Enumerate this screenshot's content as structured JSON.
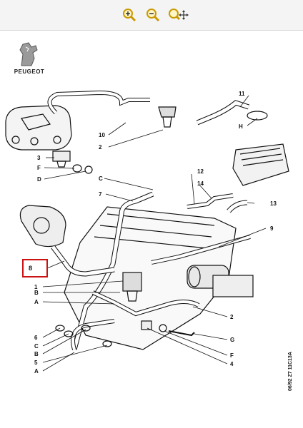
{
  "toolbar": {
    "zoom_in_icon": "zoom-in-icon",
    "zoom_out_icon": "zoom-out-icon",
    "pan_icon": "pan-icon"
  },
  "brand": {
    "name": "PEUGEOT"
  },
  "callouts": {
    "n11": "11",
    "H": "H",
    "n10": "10",
    "n2a": "2",
    "n3": "3",
    "F1": "F",
    "D": "D",
    "C1": "C",
    "n7": "7",
    "n12": "12",
    "n14": "14",
    "n13": "13",
    "n9": "9",
    "n8": "8",
    "n1": "1",
    "B1": "B",
    "A1": "A",
    "n2b": "2",
    "n6": "6",
    "C2": "C",
    "B2": "B",
    "n5": "5",
    "A2": "A",
    "G": "G",
    "F2": "F",
    "n4": "4"
  },
  "code": "06/92 Z7 11C13A",
  "colors": {
    "ink": "#111111",
    "highlight": "#cc1111",
    "toolbar_icon": "#d8a800"
  }
}
